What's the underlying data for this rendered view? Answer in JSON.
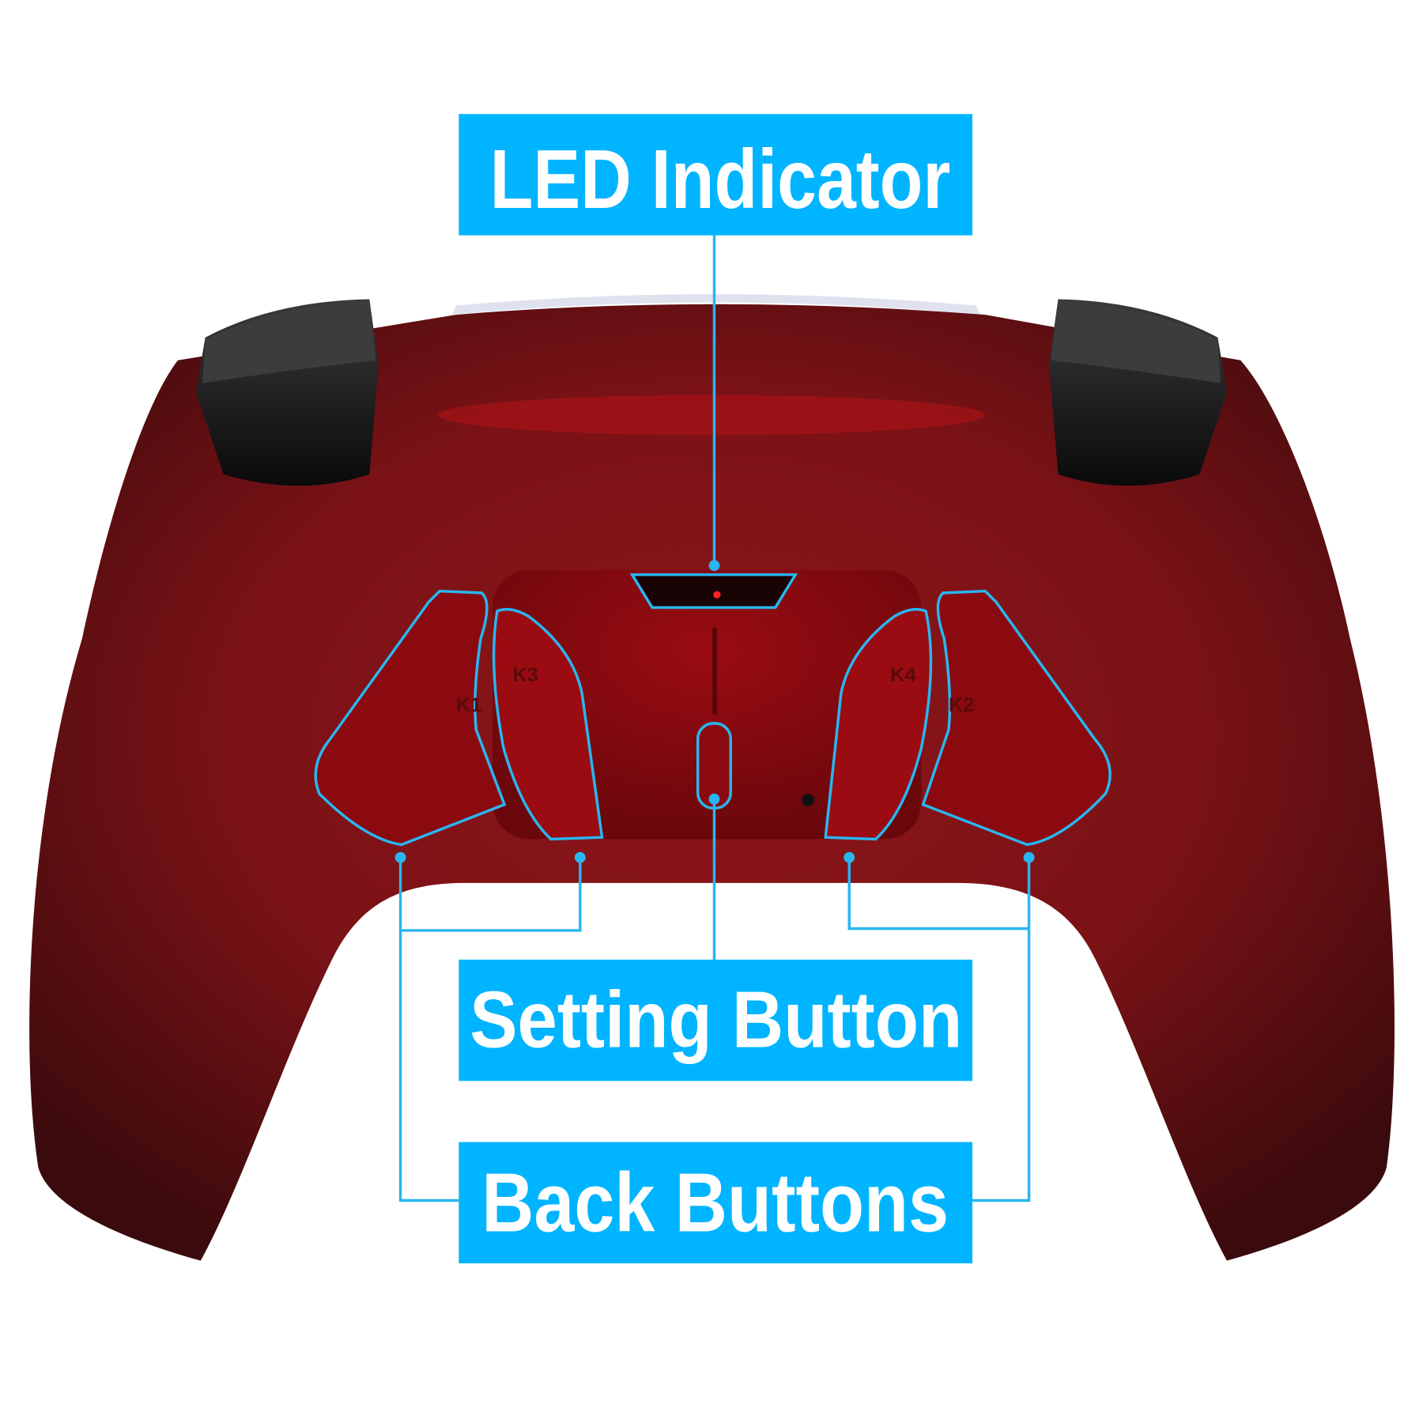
{
  "callouts": {
    "led": "LED Indicator",
    "setting": "Setting Button",
    "back": "Back Buttons"
  },
  "paddles": {
    "k1": "K1",
    "k2": "K2",
    "k3": "K3",
    "k4": "K4"
  },
  "colors": {
    "callout": "#00b4ff",
    "outline": "#29b6f0",
    "shell": "#8a1418",
    "shell_dark": "#3a0a0c",
    "led": "#ff2020"
  }
}
